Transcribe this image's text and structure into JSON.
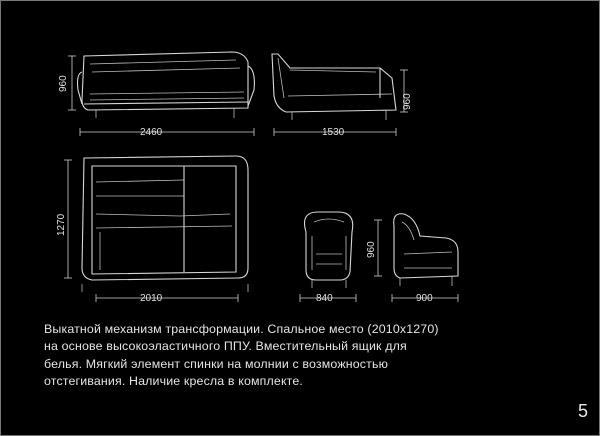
{
  "dimensions": {
    "sofa_front_height": "960",
    "sofa_front_width": "2460",
    "sofa_side_depth": "1530",
    "sofa_side_height": "960",
    "sofa_plan_width": "2010",
    "sofa_plan_depth": "1270",
    "armchair_front_width": "840",
    "armchair_height": "960",
    "armchair_side_depth": "900"
  },
  "description": {
    "lines": [
      "Выкатной механизм трансформации. Спальное место (2010х1270)",
      "на основе высокоэластичного ППУ. Вместительный ящик для",
      "белья. Мягкий элемент спинки на молнии с возможностью",
      "отстегивания. Наличие кресла в комплекте."
    ]
  },
  "page_number": "5"
}
